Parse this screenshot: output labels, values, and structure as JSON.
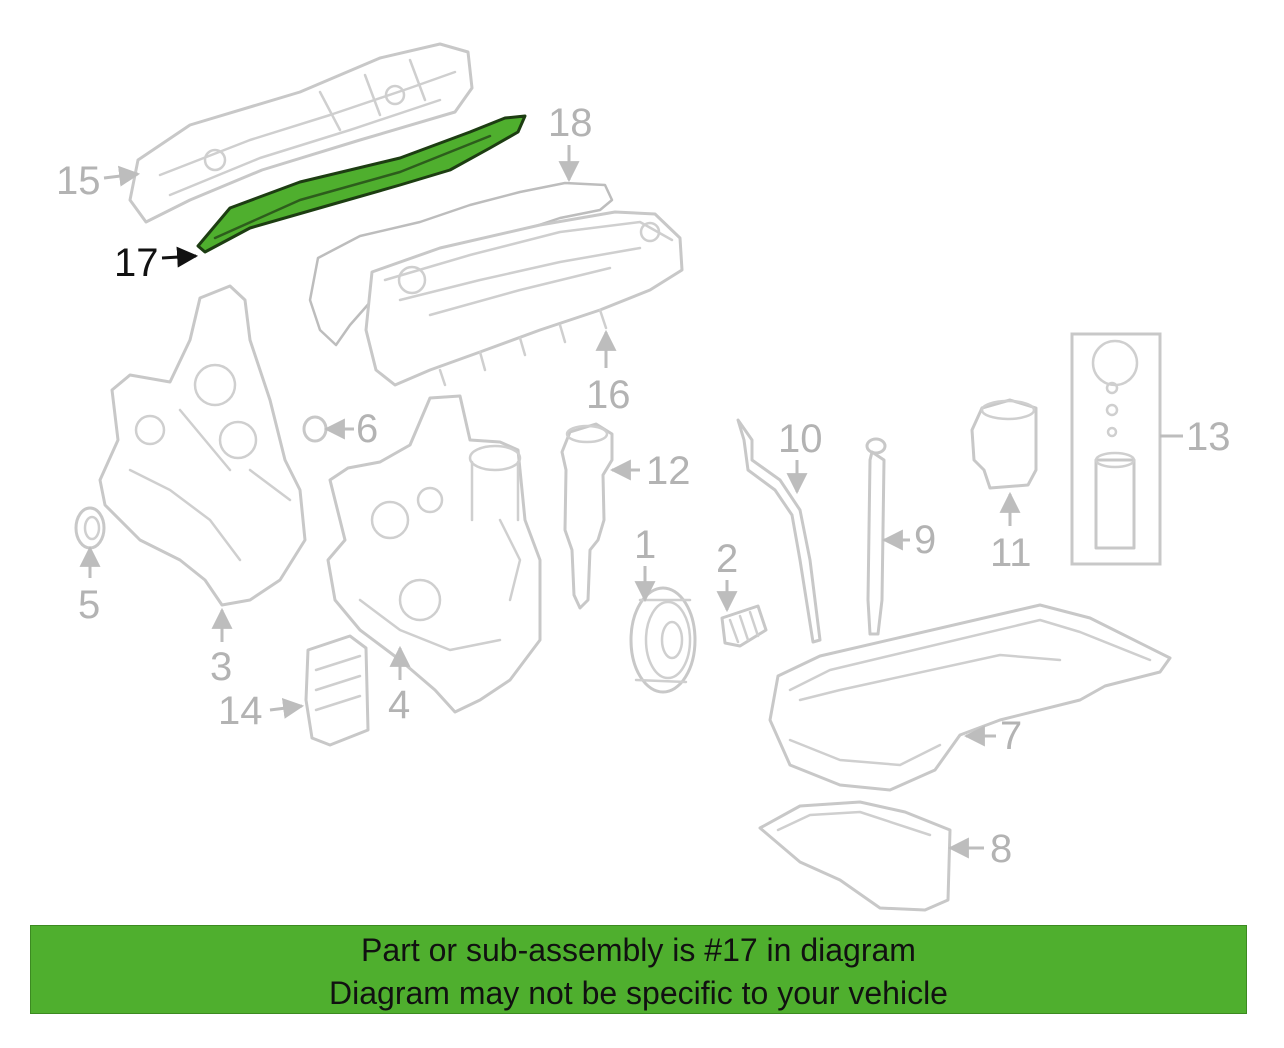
{
  "diagram": {
    "highlighted_part": "17",
    "highlight_color": "#4faf2e",
    "callouts": [
      "1",
      "2",
      "3",
      "4",
      "5",
      "6",
      "7",
      "8",
      "9",
      "10",
      "11",
      "12",
      "13",
      "14",
      "15",
      "16",
      "17",
      "18"
    ]
  },
  "banner": {
    "line1": "Part or sub-assembly is #17 in diagram",
    "line2": "Diagram may not be specific to your vehicle",
    "background": "#4faf2e"
  }
}
